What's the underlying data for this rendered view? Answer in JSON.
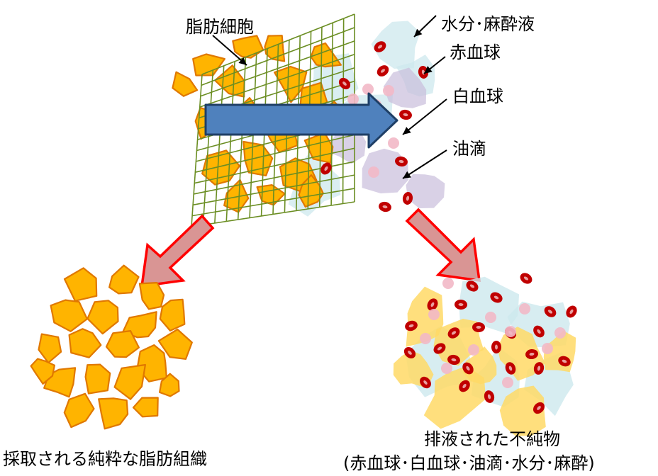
{
  "labels": {
    "fat_cell": "脂肪細胞",
    "water_anesthetic": "水分･麻酔液",
    "red_blood_cell": "赤血球",
    "white_blood_cell": "白血球",
    "oil_droplet": "油滴",
    "pure_fat_tissue": "採取される純粋な脂肪組織",
    "drained_impurities": "排液された不純物",
    "drained_impurities_list": "(赤血球･白血球･油滴･水分･麻酔)"
  },
  "colors": {
    "fat_fill": "#FFB400",
    "fat_stroke": "#E07800",
    "mesh": "#6B8E23",
    "blue_arrow": "#4F81BD",
    "blue_arrow_stroke": "#1F3F66",
    "red_arrow_fill": "#D99594",
    "red_arrow_stroke": "#FF0000",
    "rbc": "#C00000",
    "wbc": "#F2B8C6",
    "water": "#CDE8EE",
    "oil": "#C9BEDC",
    "drained_fat": "#FFD966"
  }
}
